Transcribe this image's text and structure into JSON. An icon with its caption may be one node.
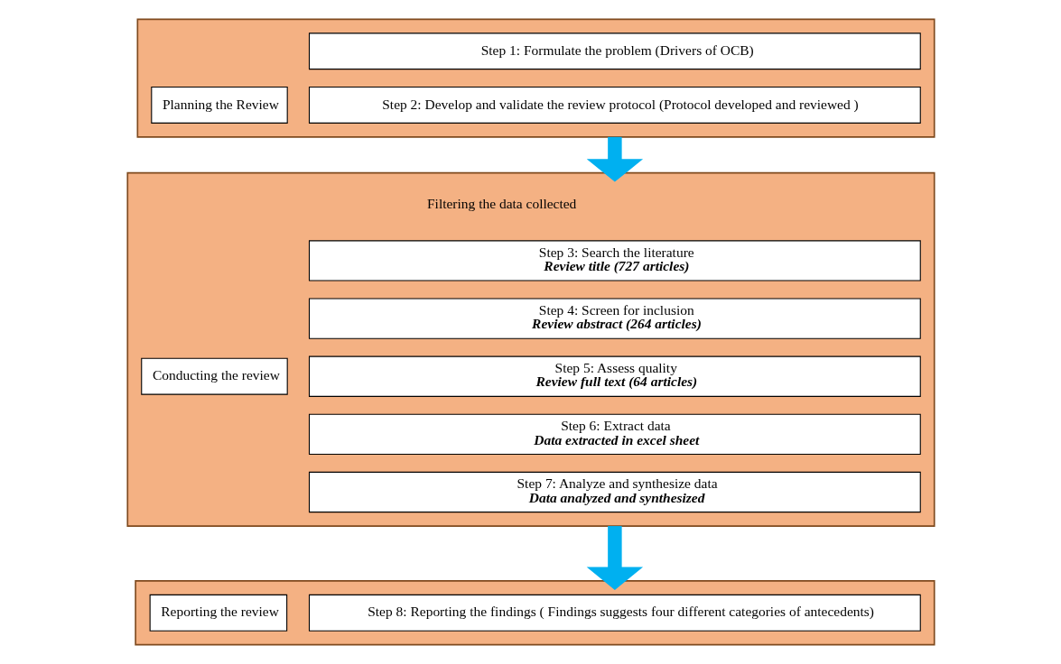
{
  "diagram": {
    "nodes": [
      {
        "text": [],
        "shape": "box"
      },
      {
        "text": [
          "Planning the Review"
        ],
        "in": 0
      },
      {
        "text": [
          "Step 1: Formulate the problem (Drivers of OCB)"
        ],
        "in": 0
      },
      {
        "text": [
          "Step 2: Develop and validate the review protocol (Protocol developed and reviewed )"
        ],
        "in": 0
      },
      {
        "text": [],
        "shape": "box"
      },
      {
        "text": [
          "Conducting the review"
        ],
        "in": 4
      },
      {
        "text": [
          "Step 3: Search the literature",
          "Review title (727 articles)"
        ],
        "in": 4
      },
      {
        "text": [
          "Step 4: Screen for inclusion",
          "Review abstract (264 articles)"
        ],
        "in": 4
      },
      {
        "text": [
          "Step 5: Assess quality",
          "Review full text (64 articles)"
        ],
        "in": 4
      },
      {
        "text": [
          "Step 6: Extract data",
          "Data extracted in excel sheet"
        ],
        "in": 4
      },
      {
        "text": [
          "Step 7: Analyze and synthesize data",
          "Data analyzed and synthesized"
        ],
        "in": 4
      },
      {
        "text": [],
        "shape": "box"
      },
      {
        "text": [
          "Reporting the review"
        ],
        "in": 11
      },
      {
        "text": [
          "Step 8: Reporting the findings ( Findings suggests four different categories of antecedents)"
        ],
        "in": 11
      }
    ],
    "edges": [
      {
        "from": 0,
        "to": 4,
        "arrow": "to"
      },
      {
        "from": 4,
        "to": 11,
        "arrow": "to"
      }
    ],
    "labels": [
      "Filtering the data collected"
    ]
  }
}
